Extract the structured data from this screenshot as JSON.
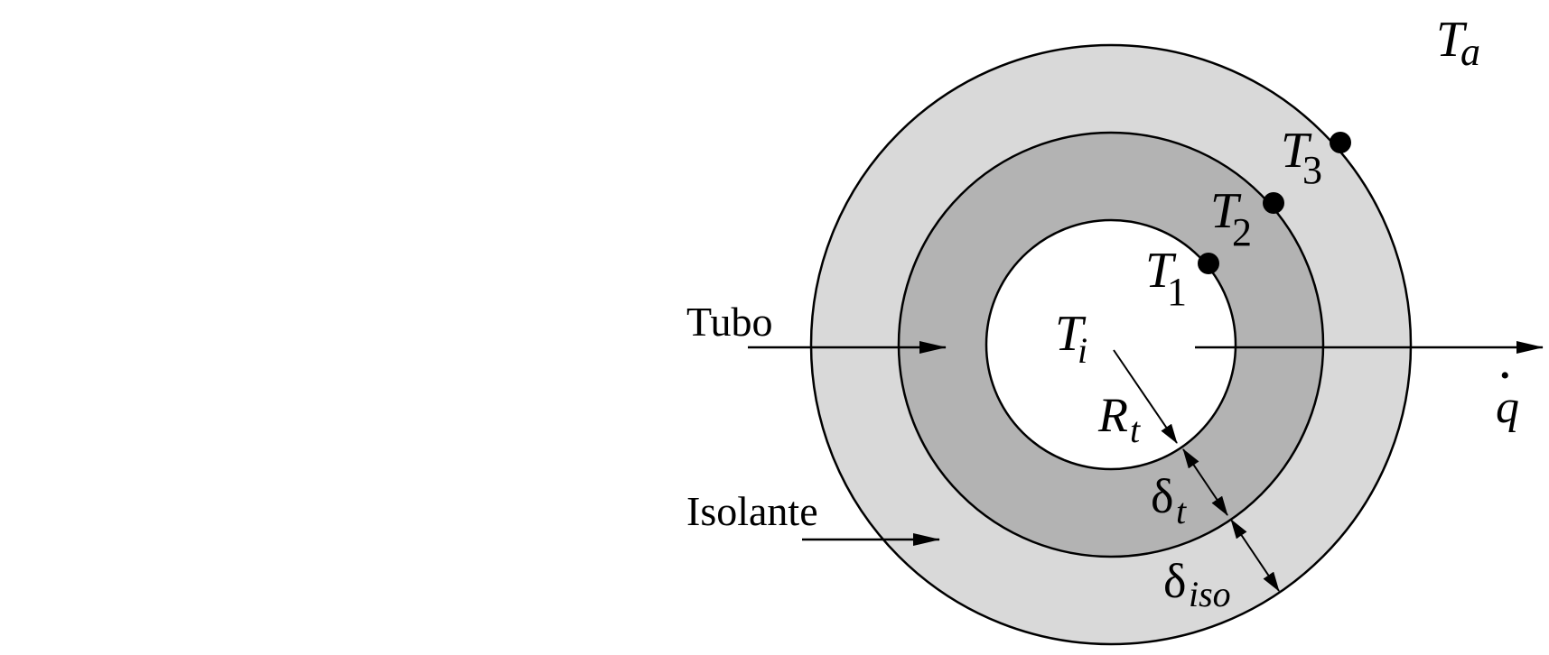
{
  "colors": {
    "background": "#ffffff",
    "insulation": "#d9d9d9",
    "tube": "#b3b3b3",
    "bore": "#ffffff",
    "stroke": "#000000"
  },
  "labels": {
    "tubo": "Tubo",
    "isolante": "Isolante",
    "T": "T",
    "Ta_sub": "a",
    "T3_sub": "3",
    "T2_sub": "2",
    "T1_sub": "1",
    "Ti_sub": "i",
    "R": "R",
    "Rt_sub": "t",
    "delta": "δ",
    "delta_t_sub": "t",
    "delta_iso_sub": "iso",
    "q": "q",
    "q_dot": "•"
  }
}
